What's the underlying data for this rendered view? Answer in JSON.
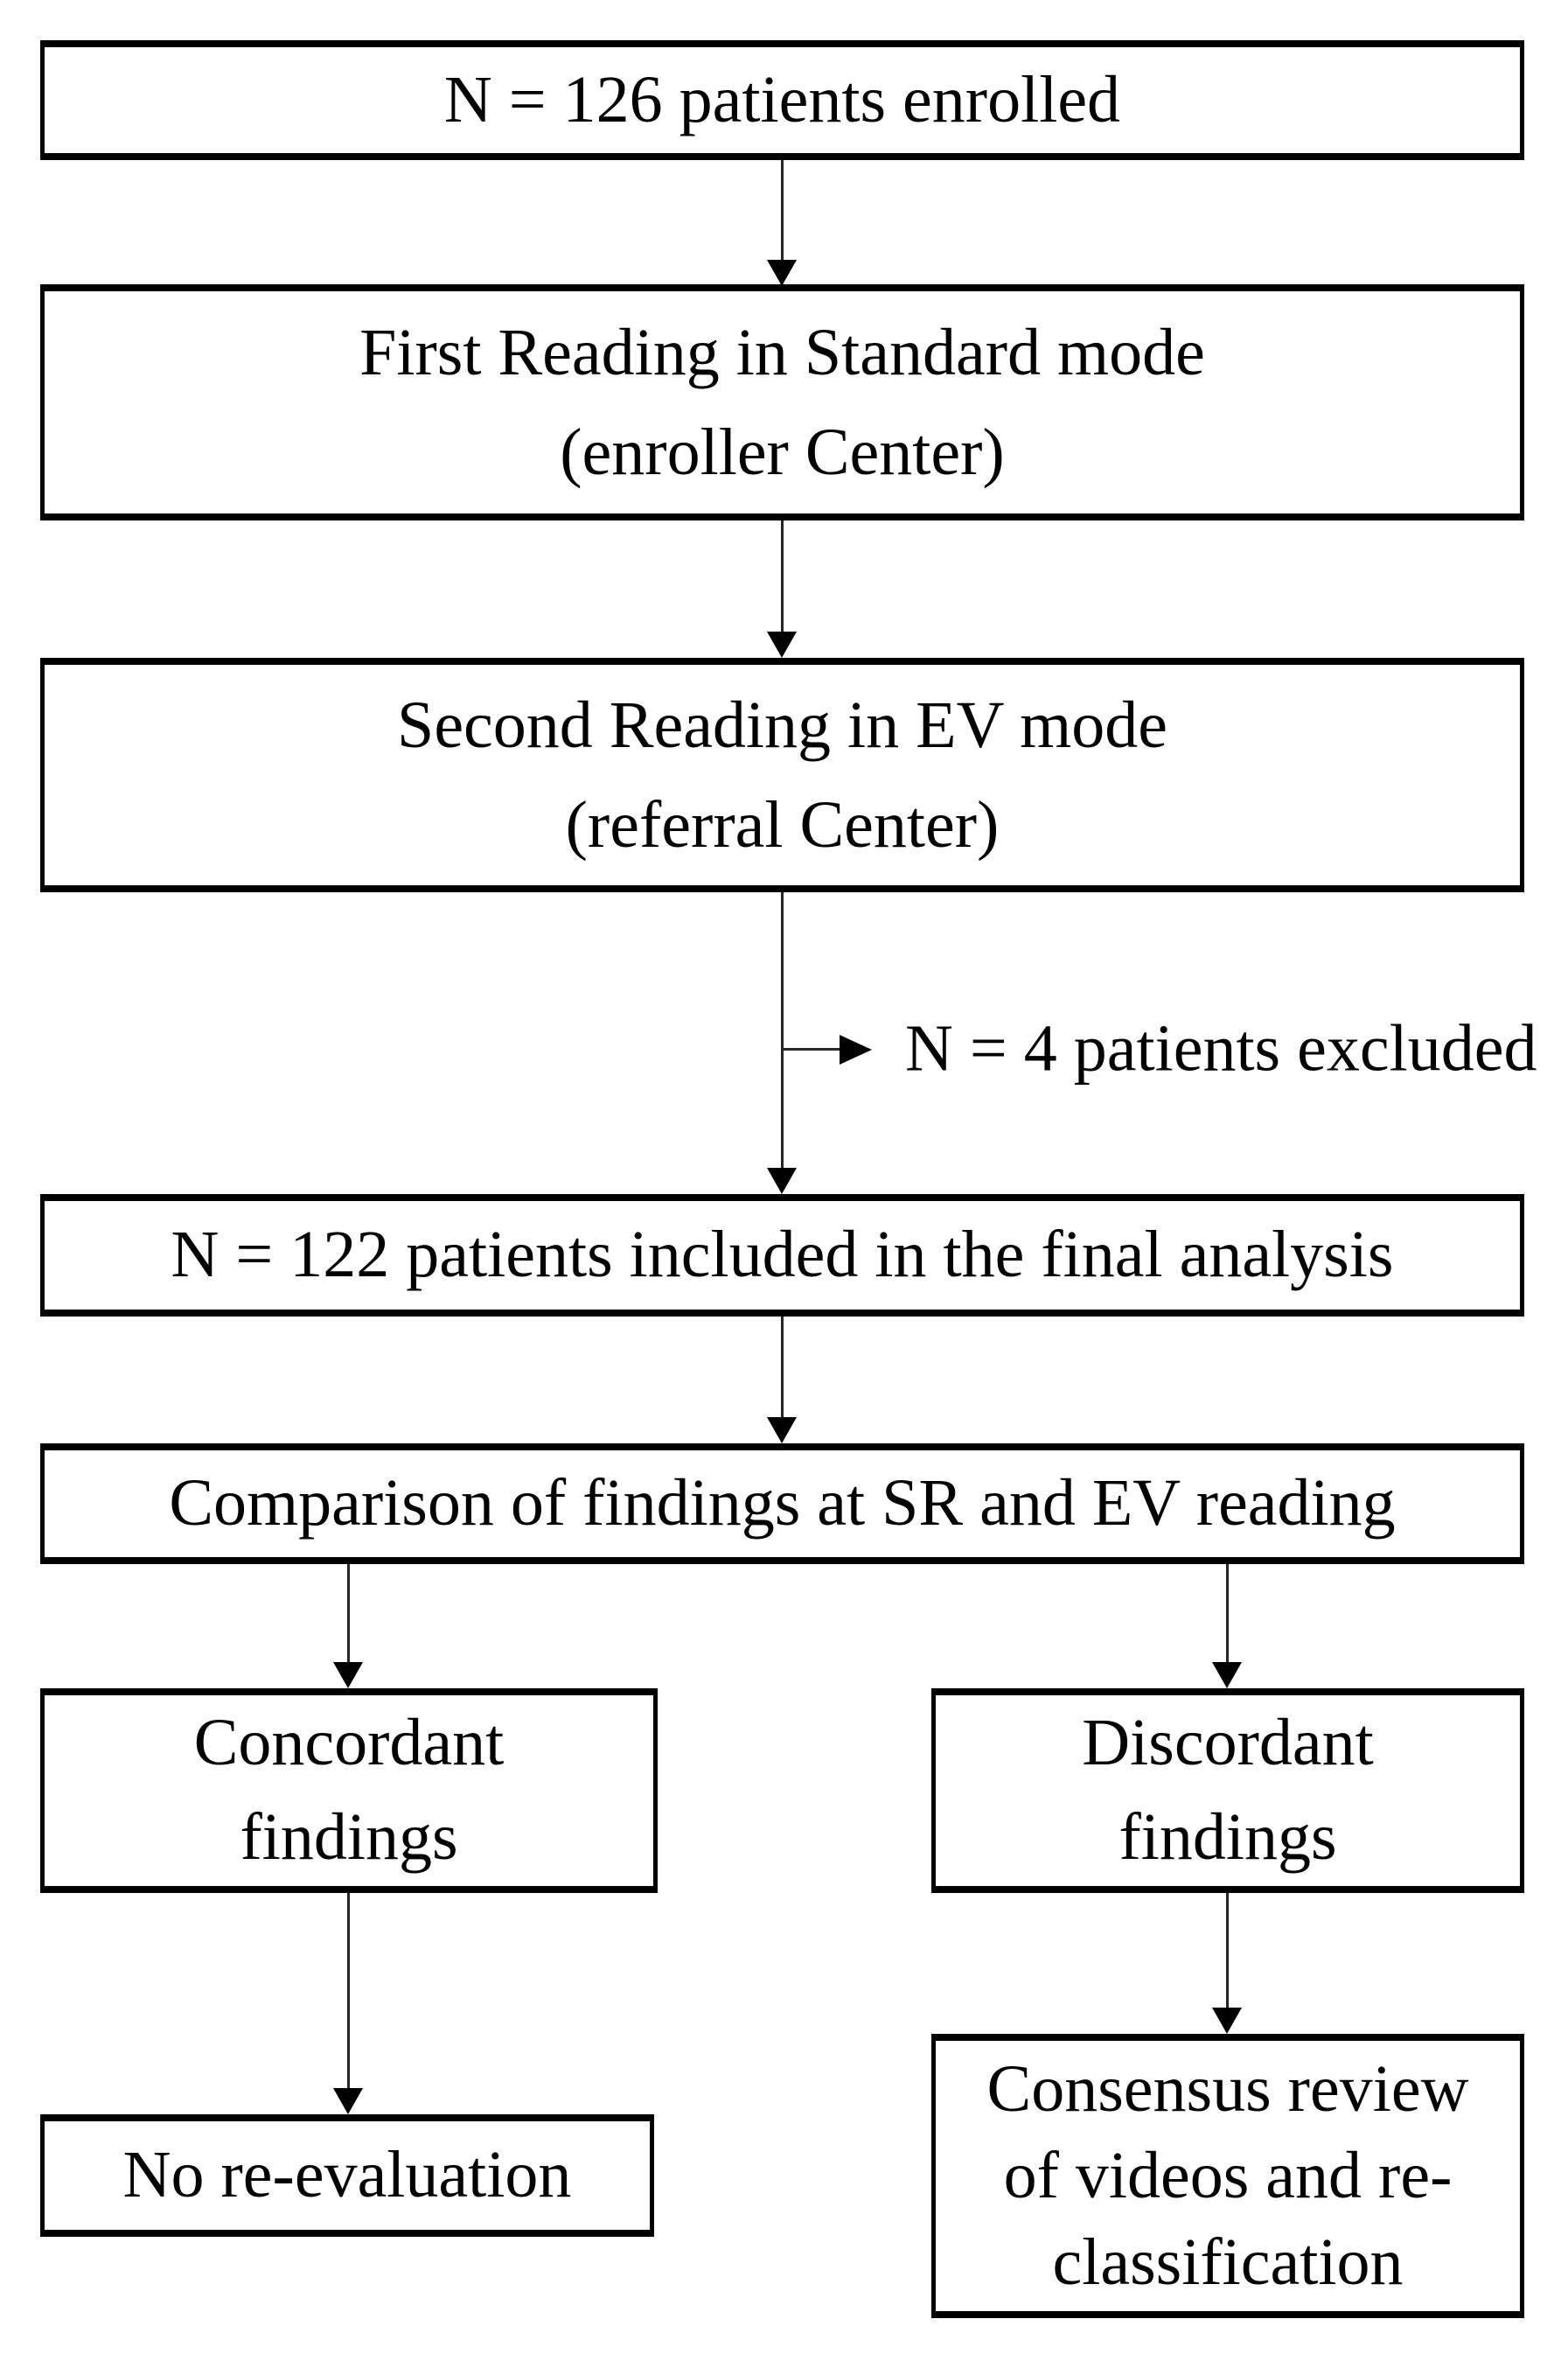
{
  "figure": {
    "type": "flowchart",
    "title": "Patient enrollment and reading-comparison flow",
    "colors": {
      "background": "#ffffff",
      "box_border": "#000000",
      "connector_line": "#262626",
      "text": "#000000"
    }
  },
  "nodes": {
    "enrolled": {
      "text": "N = 126 patients enrolled"
    },
    "first_reading": {
      "text": "First Reading in Standard mode\n(enroller Center)"
    },
    "second_reading": {
      "text": "Second Reading in EV mode\n(referral Center)"
    },
    "excluded": {
      "text": "N = 4 patients excluded"
    },
    "final_analysis": {
      "text": "N = 122 patients included in the final analysis"
    },
    "comparison": {
      "text": "Comparison of findings at SR and EV reading"
    },
    "concordant": {
      "text": "Concordant\nfindings"
    },
    "discordant": {
      "text": "Discordant\nfindings"
    },
    "no_reevaluation": {
      "text": "No re-evaluation"
    },
    "consensus": {
      "text": "Consensus review\nof videos and re-\nclassification"
    }
  },
  "edges": [
    {
      "from": "enrolled",
      "to": "first_reading",
      "style": "arrow-down"
    },
    {
      "from": "first_reading",
      "to": "second_reading",
      "style": "arrow-down"
    },
    {
      "from": "second_reading",
      "to": "excluded",
      "style": "arrow-right-branch"
    },
    {
      "from": "second_reading",
      "to": "final_analysis",
      "style": "arrow-down"
    },
    {
      "from": "final_analysis",
      "to": "comparison",
      "style": "arrow-down"
    },
    {
      "from": "comparison",
      "to": "concordant",
      "style": "arrow-down"
    },
    {
      "from": "comparison",
      "to": "discordant",
      "style": "arrow-down"
    },
    {
      "from": "concordant",
      "to": "no_reevaluation",
      "style": "arrow-down"
    },
    {
      "from": "discordant",
      "to": "consensus",
      "style": "arrow-down"
    }
  ]
}
